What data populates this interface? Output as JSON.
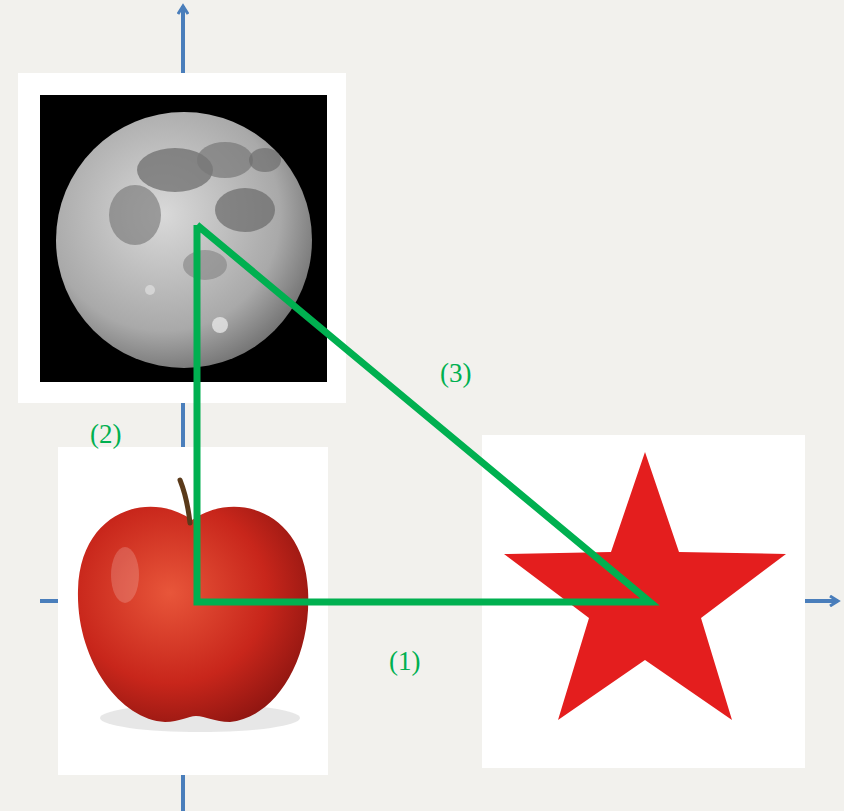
{
  "diagram": {
    "labels": [
      "(1)",
      "(2)",
      "(3)"
    ]
  }
}
